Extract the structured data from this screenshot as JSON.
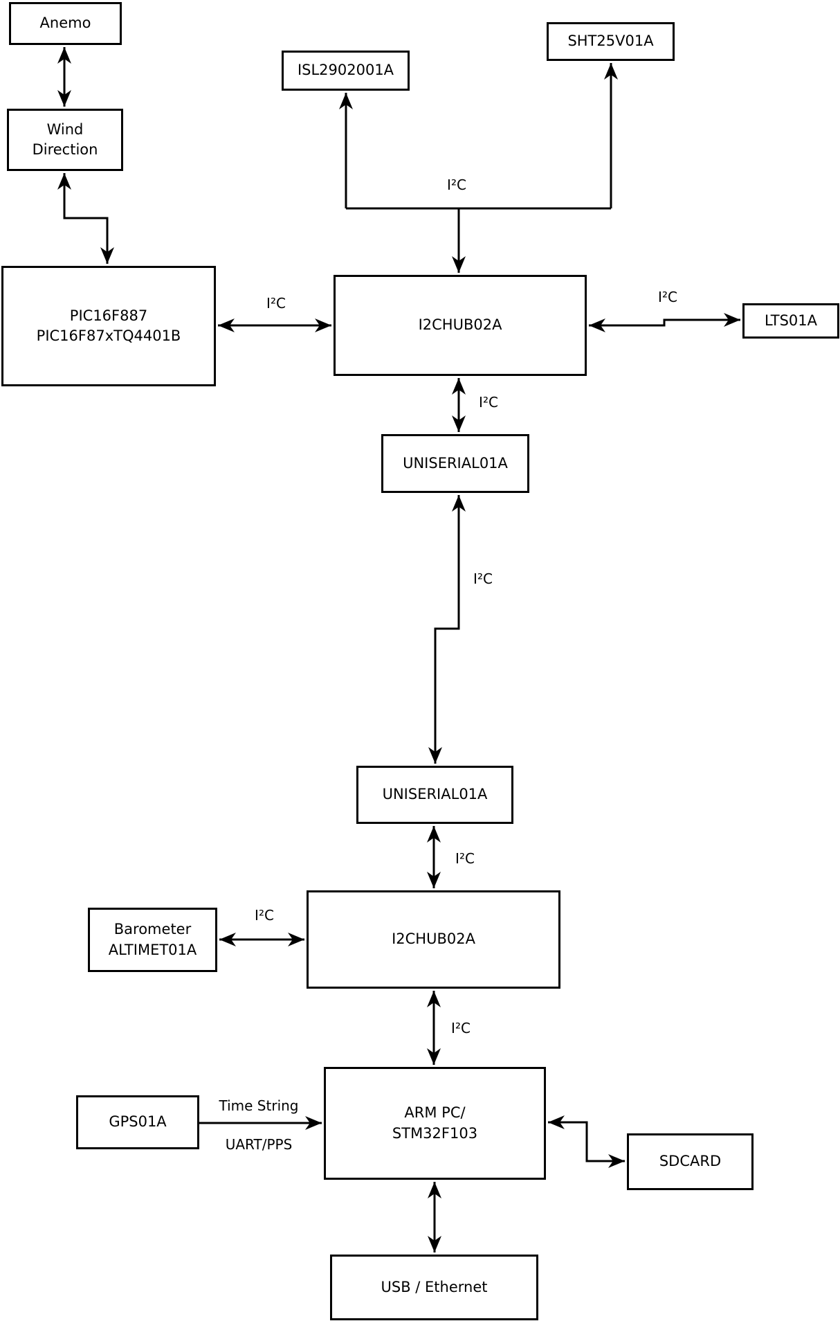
{
  "diagram": {
    "title": "Weather station hardware block diagram",
    "colors": {
      "line": "#000000",
      "text": "#000000",
      "box_background": "#ffffff",
      "page_background": "#ffffff"
    },
    "nodes": {
      "anemo": {
        "label": "Anemo"
      },
      "wind_direction": {
        "label": "Wind\nDirection"
      },
      "pic": {
        "label": "PIC16F887\nPIC16F87xTQ4401B"
      },
      "isl": {
        "label": "ISL2902001A"
      },
      "sht": {
        "label": "SHT25V01A"
      },
      "hub1": {
        "label": "I2CHUB02A"
      },
      "lts": {
        "label": "LTS01A"
      },
      "uniserial1": {
        "label": "UNISERIAL01A"
      },
      "uniserial2": {
        "label": "UNISERIAL01A"
      },
      "hub2": {
        "label": "I2CHUB02A"
      },
      "barometer": {
        "label": "Barometer\nALTIMET01A"
      },
      "arm": {
        "label": "ARM PC/\nSTM32F103"
      },
      "gps": {
        "label": "GPS01A"
      },
      "sdcard": {
        "label": "SDCARD"
      },
      "usb": {
        "label": "USB / Ethernet"
      }
    },
    "edge_labels": {
      "bus_top_i2c": "I²C",
      "pic_hub1_i2c": "I²C",
      "hub1_lts_i2c": "I²C",
      "hub1_uniserial1_i2c": "I²C",
      "uniserial_long_i2c": "I²C",
      "uniserial2_hub2_i2c": "I²C",
      "barometer_hub2_i2c": "I²C",
      "hub2_arm_i2c": "I²C",
      "gps_arm_top": "Time String",
      "gps_arm_bottom": "UART/PPS"
    }
  }
}
